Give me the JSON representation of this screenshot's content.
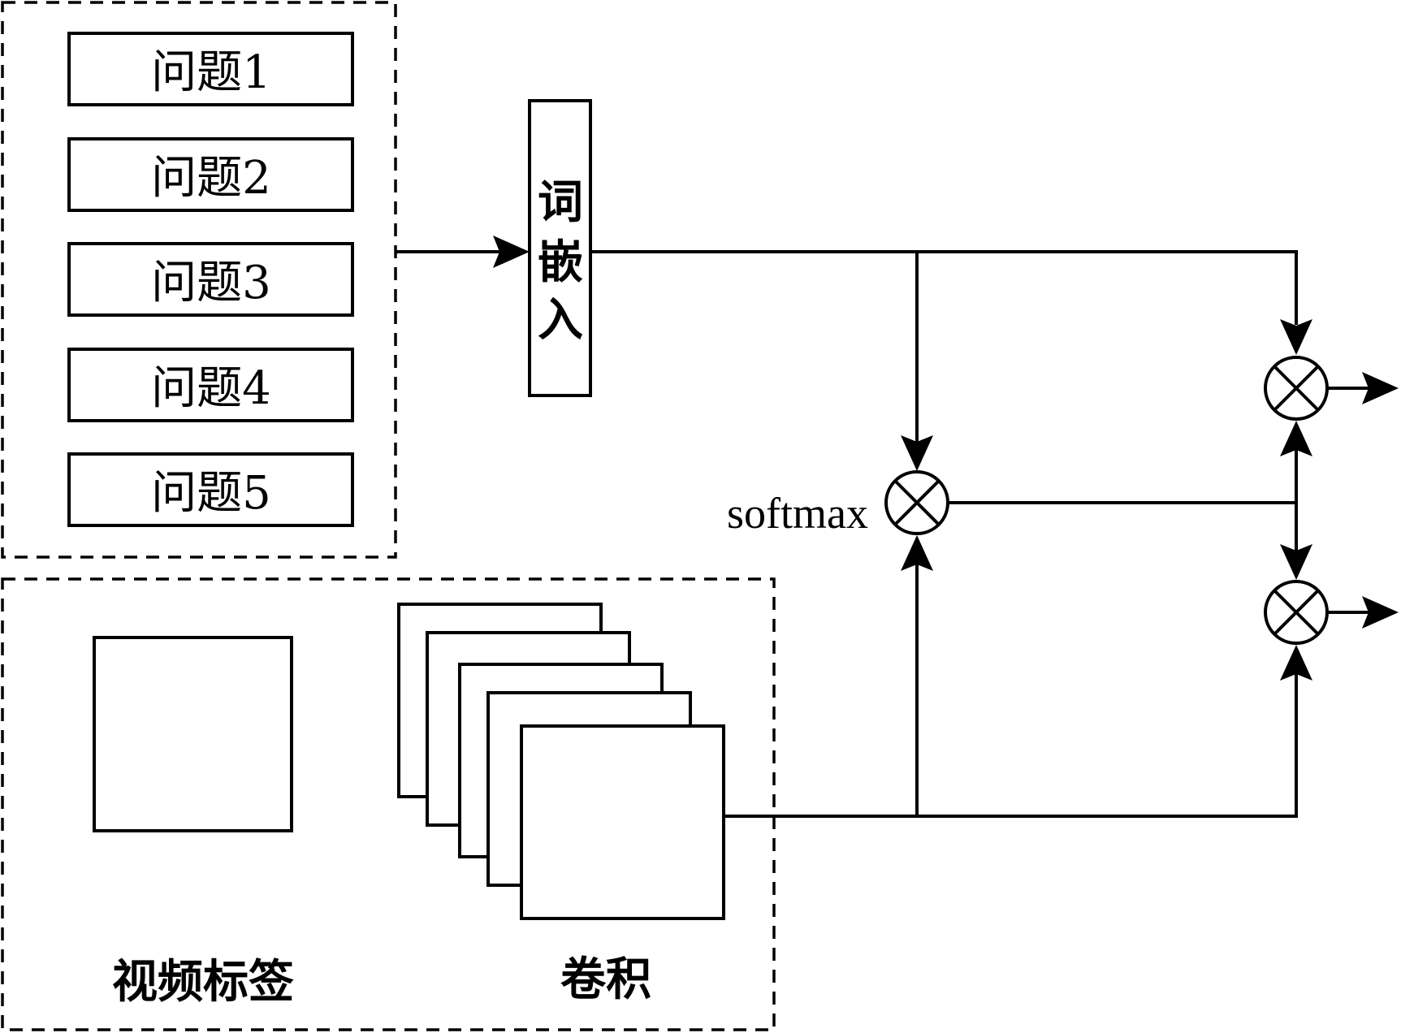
{
  "questions": [
    "问题1",
    "问题2",
    "问题3",
    "问题4",
    "问题5"
  ],
  "embedding": {
    "chars": [
      "词",
      "嵌",
      "入"
    ]
  },
  "softmax_label": "softmax",
  "video_label": "视频标签",
  "conv_label": "卷积",
  "operator_icon": "circled-times-icon"
}
